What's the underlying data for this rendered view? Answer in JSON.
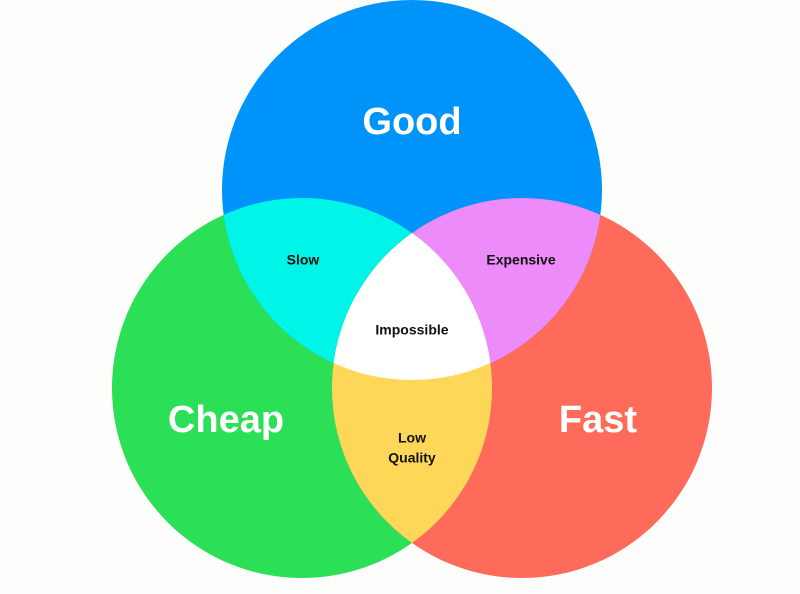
{
  "sets": {
    "good": {
      "label": "Good",
      "color": "#0094FB"
    },
    "cheap": {
      "label": "Cheap",
      "color": "#2BE057"
    },
    "fast": {
      "label": "Fast",
      "color": "#FF6B5B"
    }
  },
  "overlaps": {
    "good_cheap": {
      "label": "Slow",
      "color": "#00F5E8"
    },
    "good_fast": {
      "label": "Expensive",
      "color": "#EE8BFB"
    },
    "cheap_fast": {
      "label_line1": "Low",
      "label_line2": "Quality",
      "color": "#FFD758"
    },
    "all": {
      "label": "Impossible",
      "color": "#FFFFFF"
    }
  }
}
